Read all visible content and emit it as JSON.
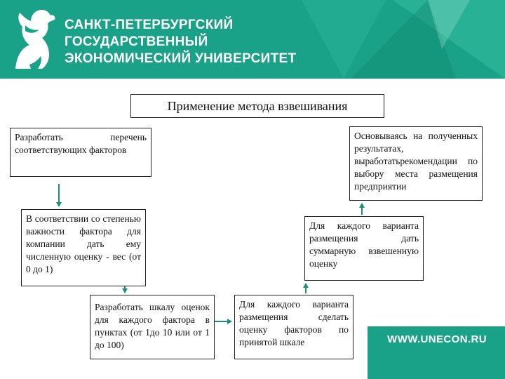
{
  "header": {
    "university_lines": [
      "САНКТ-ПЕТЕРБУРГСКИЙ",
      "ГОСУДАРСТВЕННЫЙ",
      "ЭКОНОМИЧЕСКИЙ УНИВЕРСИТЕТ"
    ],
    "logo_icon": "griffin-icon"
  },
  "diagram": {
    "title": "Применение метода взвешивания",
    "steps": [
      "Разработать перечень соответствующих факторов",
      "В соответствии со степенью важности фактора для компании дать ему численную оценку - вес (от 0 до 1)",
      "Разработать шкалу оценок для каждого фактора в пунктах (от 1до 10 или от 1 до 100)",
      "Для каждого варианта размещения сделать оценку факторов по принятой шкале",
      "Для каждого варианта размещения дать суммарную взвешенную оценку",
      "Основываясь на полученных результатах, выработатьрекомендации по выбору места размещения предприятии"
    ]
  },
  "footer": {
    "website": "WWW.UNECON.RU"
  },
  "colors": {
    "brand_green": "#19a287",
    "arrow_green": "#1a8f7a"
  }
}
